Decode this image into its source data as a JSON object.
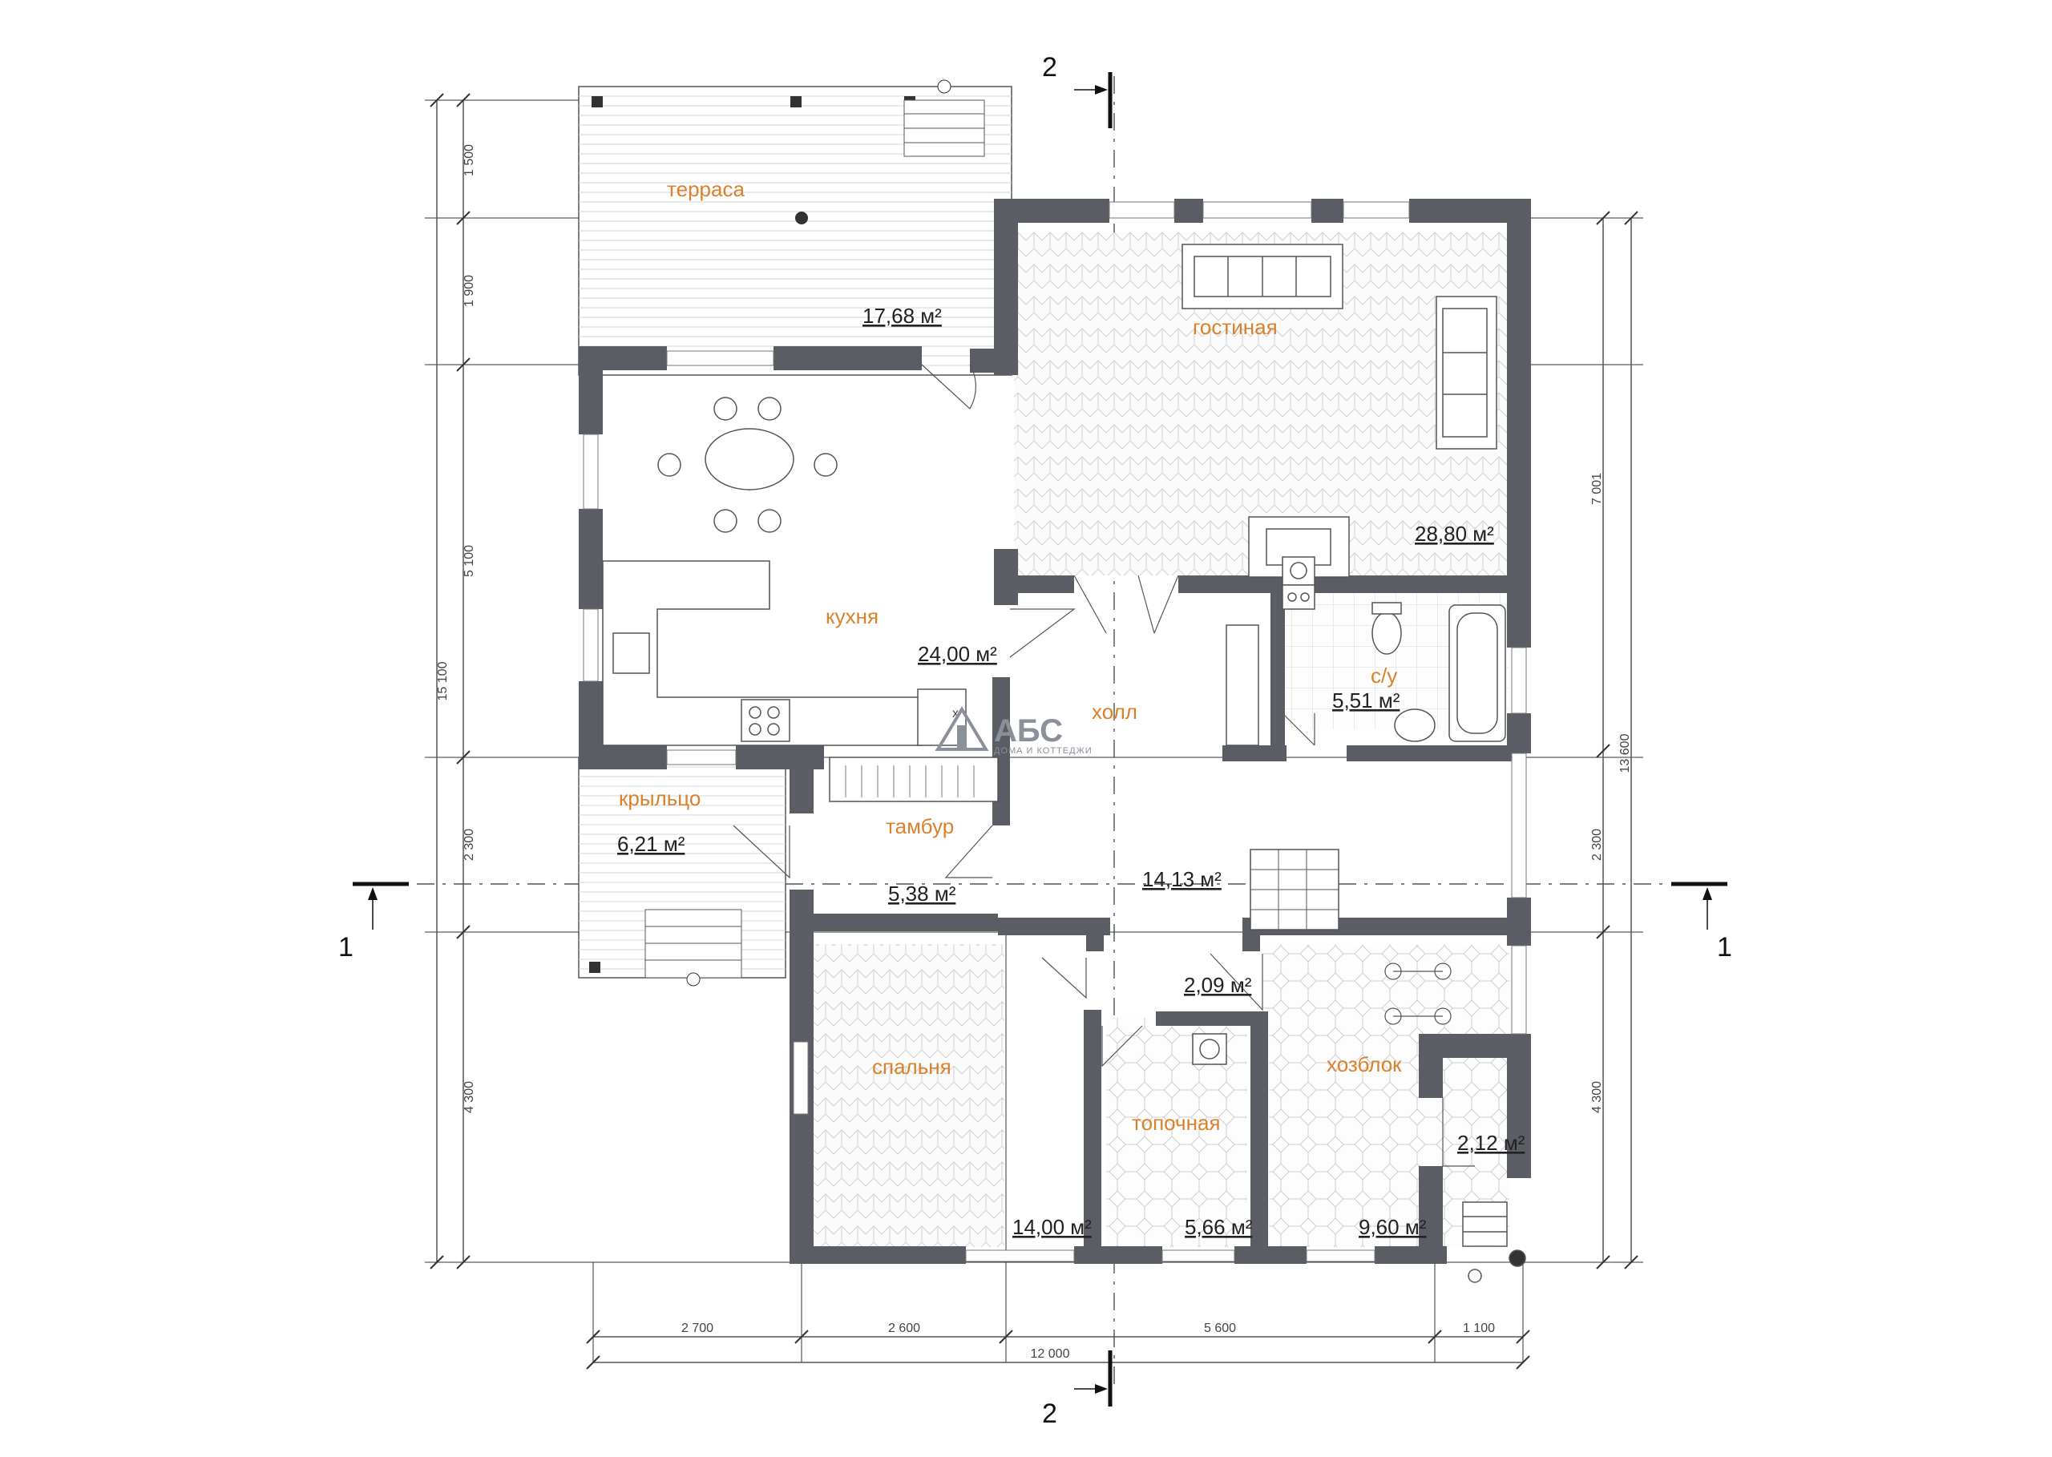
{
  "rooms": {
    "terrace": {
      "name": "терраса",
      "area": "17,68 м²"
    },
    "living": {
      "name": "гостиная",
      "area": "28,80 м²"
    },
    "kitchen": {
      "name": "кухня",
      "area": "24,00 м²"
    },
    "bathroom": {
      "name": "с/у",
      "area": "5,51 м²"
    },
    "hall": {
      "name": "холл",
      "area": "14,13 м²"
    },
    "porch": {
      "name": "крыльцо",
      "area": "6,21 м²"
    },
    "vestibule": {
      "name": "тамбур",
      "area": "5,38 м²"
    },
    "bedroom": {
      "name": "спальня",
      "area": "14,00 м²"
    },
    "boiler": {
      "name": "топочная",
      "area": "5,66 м²"
    },
    "utility": {
      "name": "хозблок",
      "area": "9,60 м²"
    },
    "closet": {
      "area": "2,09 м²"
    },
    "back_entry": {
      "area": "2,12 м²"
    }
  },
  "dimensions": {
    "left": [
      "1 500",
      "1 900",
      "5 100",
      "2 300",
      "4 300"
    ],
    "left_total": "15 100",
    "right": [
      "7 001",
      "2 300",
      "4 300"
    ],
    "right_total": "13 600",
    "bottom": [
      "2 700",
      "2 600",
      "5 600",
      "1 100"
    ],
    "bottom_total": "12 000"
  },
  "sections": {
    "section_1": "1",
    "section_2": "2"
  },
  "markers": {
    "kitchen_x": "x"
  },
  "logo": {
    "title": "АБС",
    "subtitle": "ДОМА И КОТТЕДЖИ"
  }
}
